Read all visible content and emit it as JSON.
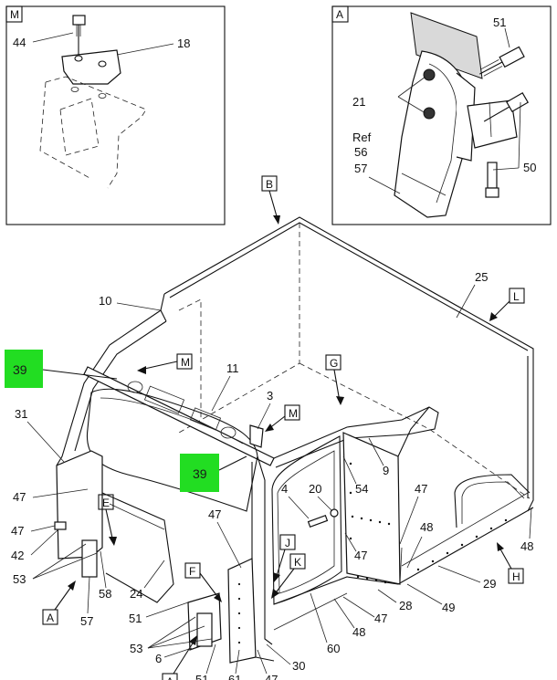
{
  "colors": {
    "highlight": "#22dd22",
    "ink": "#111111",
    "shade": "#d9d9d9"
  },
  "callouts": {
    "l44": "44",
    "l18": "18",
    "l51a": "51",
    "l21": "21",
    "ref": "Ref",
    "l56": "56",
    "l57a": "57",
    "l50": "50",
    "l25": "25",
    "l10": "10",
    "l11": "11",
    "l3": "3",
    "l31": "31",
    "l9": "9",
    "l54": "54",
    "l4": "4",
    "l20": "20",
    "l47a": "47",
    "l47b": "47",
    "l47c": "47",
    "l47d": "47",
    "l47e": "47",
    "l47f": "47",
    "l47g": "47",
    "l42": "42",
    "l53a": "53",
    "l58": "58",
    "l24": "24",
    "l57b": "57",
    "l51b": "51",
    "l53b": "53",
    "l6": "6",
    "l51c": "51",
    "l61": "61",
    "l30": "30",
    "l60": "60",
    "l48a": "48",
    "l48b": "48",
    "l48c": "48",
    "l28": "28",
    "l49": "49",
    "l29": "29"
  },
  "boxes": {
    "M_inset": "M",
    "A_inset": "A",
    "B": "B",
    "L": "L",
    "M": "M",
    "G": "G",
    "M2": "M",
    "E": "E",
    "J": "J",
    "K": "K",
    "F": "F",
    "H": "H",
    "A1": "A",
    "A2": "A"
  },
  "highlights": {
    "h1": "39",
    "h2": "39"
  }
}
